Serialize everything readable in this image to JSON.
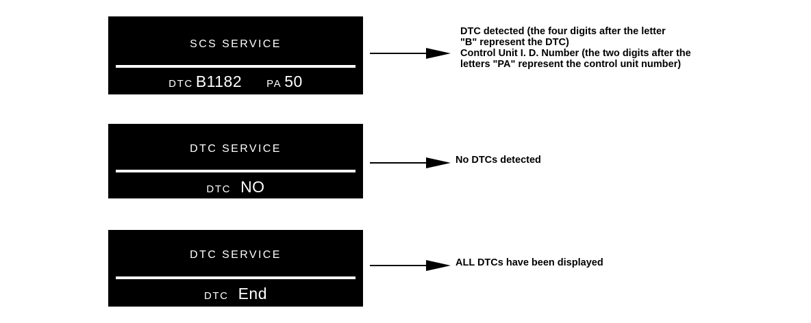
{
  "displays": [
    {
      "id": "scs-service",
      "title": "SCS SERVICE",
      "label": "DTC",
      "value": "B1182",
      "label2": "PA",
      "value2": "50",
      "note": "DTC detected (the four digits after the letter\n\"B\" represent the DTC)\nControl Unit I. D. Number (the two digits after the\nletters \"PA\" represent the control unit number)"
    },
    {
      "id": "dtc-service-no",
      "title": "DTC SERVICE",
      "label": "DTC",
      "value": "NO",
      "note": "No DTCs detected"
    },
    {
      "id": "dtc-service-end",
      "title": "DTC SERVICE",
      "label": "DTC",
      "value": "End",
      "note": "ALL DTCs have been displayed"
    }
  ],
  "colors": {
    "screen_background": "#000000",
    "screen_text": "#ffffff",
    "page_background": "#ffffff",
    "annotation_text": "#000000"
  }
}
